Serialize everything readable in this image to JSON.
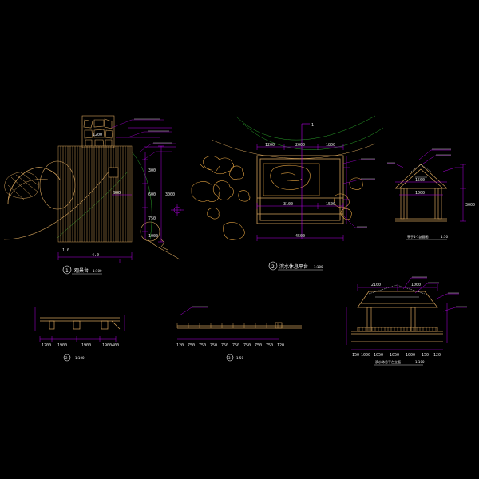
{
  "colors": {
    "background": "#000000",
    "structure": "#d2a15a",
    "dimension": "#b300e6",
    "annotation": "#ffffff",
    "contour": "#2aa02a",
    "rock": "#e0a040",
    "section": "#7a3cff"
  },
  "panel1": {
    "number": "1",
    "title": "观景台",
    "scale": "1:100",
    "dims": {
      "bottom_total": "4.0",
      "bottom_left": "1.0",
      "right_total": "3000",
      "right_a": "300",
      "right_b": "600",
      "right_c": "750",
      "right_d": "1000",
      "inner": "900",
      "top": "1200"
    }
  },
  "panel2": {
    "number": "2",
    "title": "滨水休息平台",
    "scale": "1:100",
    "section_mark": "1",
    "dims": {
      "top_a": "1200",
      "top_b": "2000",
      "top_c": "1800",
      "mid_a": "3100",
      "mid_b": "1500",
      "bottom": "4500"
    }
  },
  "panel3": {
    "number": "2",
    "scale": "1:100",
    "dims": [
      "1200",
      "1900",
      "1900",
      "1900",
      "400"
    ]
  },
  "panel4": {
    "number": "3",
    "scale": "1:50",
    "dims": [
      "120",
      "750",
      "750",
      "750",
      "750",
      "750",
      "750",
      "750",
      "750",
      "120"
    ]
  },
  "panel5": {
    "title": "亭子1-1剖面图",
    "scale": "1:50",
    "dims": {
      "top": "1500",
      "base": "1000",
      "height": "3000"
    }
  },
  "panel6": {
    "title": "滨水休息平台立面",
    "scale": "1:100",
    "dims": {
      "top_a": "2100",
      "top_b": "1000",
      "bottom": [
        "150",
        "1000",
        "1050",
        "1050",
        "1000",
        "150",
        "120"
      ]
    }
  }
}
